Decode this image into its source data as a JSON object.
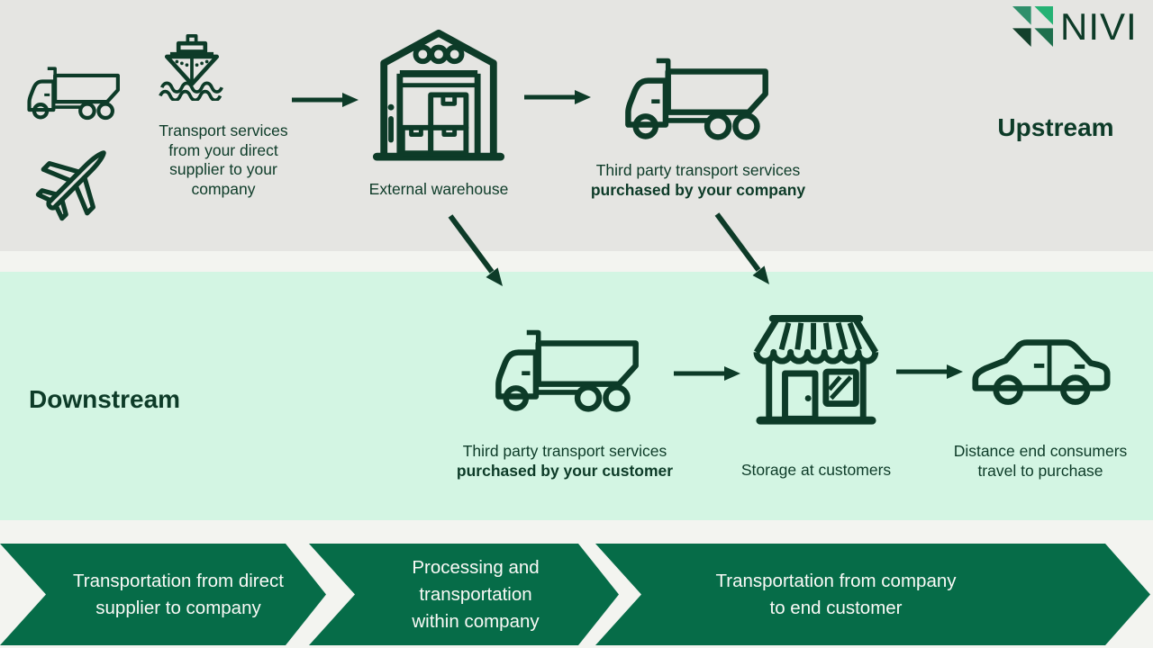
{
  "brand": {
    "name": "NIVI"
  },
  "upstream": {
    "label": "Upstream",
    "supplier_caption_lines": [
      "Transport services",
      "from your direct",
      "supplier to your",
      "company"
    ],
    "warehouse_caption": "External warehouse",
    "third_party_caption": "Third party transport services",
    "third_party_caption_bold": "purchased by your company"
  },
  "downstream": {
    "label": "Downstream",
    "third_party_caption": "Third party transport services",
    "third_party_caption_bold": "purchased by your customer",
    "storage_caption": "Storage at customers",
    "consumer_caption_lines": [
      "Distance end consumers",
      "travel to purchase"
    ]
  },
  "process_steps": [
    {
      "lines": [
        "Transportation from direct",
        "supplier to company"
      ]
    },
    {
      "lines": [
        "Processing and",
        "transportation",
        "within company"
      ]
    },
    {
      "lines": [
        "Transportation from company",
        "to end customer"
      ]
    }
  ],
  "icons": [
    "truck-icon",
    "ship-icon",
    "airplane-icon",
    "warehouse-icon",
    "store-icon",
    "car-icon",
    "arrow-right-icon",
    "arrow-down-right-icon"
  ],
  "colors": {
    "upstream_band": "#e5e5e2",
    "downstream_band": "#d3f5e3",
    "page_background": "#f3f4f0",
    "icon_and_text": "#0d3b28",
    "chevron": "#066c48",
    "chevron_text": "#fafaf7",
    "logo_greens": [
      "#2f8f6b",
      "#25b274",
      "#12402b",
      "#1f6f4d"
    ]
  }
}
